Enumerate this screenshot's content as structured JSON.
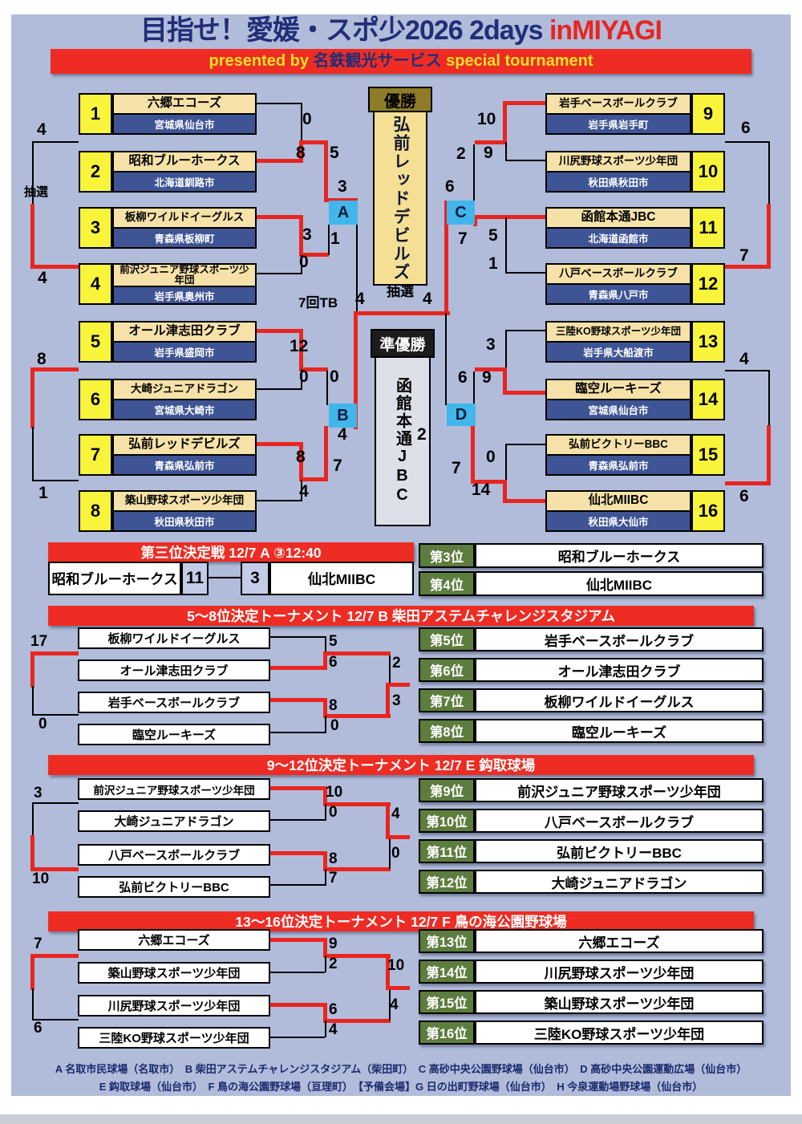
{
  "title": {
    "main": "目指せ！愛媛・スポ少2026 2days ",
    "highlight": "inMIYAGI"
  },
  "banner": {
    "pre": "presented by ",
    "brand": "名鉄観光サービス",
    "post": " special tournament"
  },
  "colors": {
    "accent_red": "#e8251f",
    "panel_blue": "#b1bcda",
    "seed_yellow": "#f8f43c",
    "team_cream": "#f6e2a8",
    "region_navy": "#3f5494",
    "venue_cyan": "#41b6ea",
    "rank_green": "#5d7d3e",
    "band_red": "#ee2c23",
    "title_navy": "#202e78",
    "banner_yellow": "#f5e126"
  },
  "center": {
    "champion_label": "優勝",
    "champion": "弘前レッドデビルズ",
    "runner_up_label": "準優勝",
    "runner_up": "函館本通JBC"
  },
  "venues": [
    "A",
    "B",
    "C",
    "D"
  ],
  "notes": {
    "tiebreak": "7回TB",
    "lottery": "抽選"
  },
  "main_bracket": {
    "left": [
      {
        "seed": "1",
        "name": "六郷エコーズ",
        "region": "宮城県仙台市"
      },
      {
        "seed": "2",
        "name": "昭和ブルーホークス",
        "region": "北海道釧路市"
      },
      {
        "seed": "3",
        "name": "板柳ワイルドイーグルス",
        "region": "青森県板柳町"
      },
      {
        "seed": "4",
        "name": "前沢ジュニア野球スポーツ少年団",
        "region": "岩手県奥州市"
      },
      {
        "seed": "5",
        "name": "オール津志田クラブ",
        "region": "岩手県盛岡市"
      },
      {
        "seed": "6",
        "name": "大崎ジュニアドラゴン",
        "region": "宮城県大崎市"
      },
      {
        "seed": "7",
        "name": "弘前レッドデビルズ",
        "region": "青森県弘前市"
      },
      {
        "seed": "8",
        "name": "築山野球スポーツ少年団",
        "region": "秋田県秋田市"
      }
    ],
    "right": [
      {
        "seed": "9",
        "name": "岩手ベースボールクラブ",
        "region": "岩手県岩手町"
      },
      {
        "seed": "10",
        "name": "川尻野球スポーツ少年団",
        "region": "秋田県秋田市"
      },
      {
        "seed": "11",
        "name": "函館本通JBC",
        "region": "北海道函館市"
      },
      {
        "seed": "12",
        "name": "八戸ベースボールクラブ",
        "region": "青森県八戸市"
      },
      {
        "seed": "13",
        "name": "三陸KO野球スポーツ少年団",
        "region": "岩手県大船渡市"
      },
      {
        "seed": "14",
        "name": "臨空ルーキーズ",
        "region": "宮城県仙台市"
      },
      {
        "seed": "15",
        "name": "弘前ビクトリーBBC",
        "region": "青森県弘前市"
      },
      {
        "seed": "16",
        "name": "仙北MIIBC",
        "region": "秋田県大仙市"
      }
    ],
    "scores": {
      "l1": "0",
      "l2": "8",
      "l2q": "5",
      "l2s": "3",
      "l3": "3",
      "l3q": "1",
      "l4": "0",
      "l5": "12",
      "l5q": "0",
      "l6": "0",
      "l7": "8",
      "l7q": "7",
      "l7s": "4",
      "l7f": "4",
      "l8": "4",
      "r9": "10",
      "r9q": "2",
      "r10": "9",
      "r11": "5",
      "r11q": "7",
      "r11s": "6",
      "r11f": "4",
      "r12": "1",
      "r13": "3",
      "r14": "9",
      "r14q": "6",
      "r15": "0",
      "r16": "14",
      "r16q": "7",
      "r16s": "2",
      "ol_t1": "4",
      "ol_t2": "4",
      "ol_b1": "8",
      "ol_b2": "1",
      "or_t1": "6",
      "or_t2": "7",
      "or_b1": "4",
      "or_b2": "6"
    }
  },
  "third_place": {
    "header": "第三位決定戦 12/7 A ③12:40",
    "left_team": "昭和ブルーホークス",
    "left_score": "11",
    "right_score": "3",
    "right_team": "仙北MIIBC"
  },
  "standings_34": [
    {
      "rank": "第3位",
      "team": "昭和ブルーホークス"
    },
    {
      "rank": "第4位",
      "team": "仙北MIIBC"
    }
  ],
  "sections": [
    {
      "header": "5～8位決定トーナメント 12/7 B 柴田アステムチャレンジスタジアム",
      "teams": [
        "板柳ワイルドイーグルス",
        "オール津志田クラブ",
        "岩手ベースボールクラブ",
        "臨空ルーキーズ"
      ],
      "scores": {
        "t1": "5",
        "t2": "6",
        "t3": "8",
        "t4": "0",
        "f_top": "2",
        "f_bot": "3",
        "o_top": "17",
        "o_bot": "0"
      },
      "standings": [
        {
          "rank": "第5位",
          "team": "岩手ベースボールクラブ"
        },
        {
          "rank": "第6位",
          "team": "オール津志田クラブ"
        },
        {
          "rank": "第7位",
          "team": "板柳ワイルドイーグルス"
        },
        {
          "rank": "第8位",
          "team": "臨空ルーキーズ"
        }
      ]
    },
    {
      "header": "9～12位決定トーナメント 12/7 E 鈎取球場",
      "teams": [
        "前沢ジュニア野球スポーツ少年団",
        "大崎ジュニアドラゴン",
        "八戸ベースボールクラブ",
        "弘前ビクトリーBBC"
      ],
      "scores": {
        "t1": "10",
        "t2": "0",
        "t3": "8",
        "t4": "7",
        "f_top": "4",
        "f_bot": "0",
        "o_top": "3",
        "o_bot": "10"
      },
      "standings": [
        {
          "rank": "第9位",
          "team": "前沢ジュニア野球スポーツ少年団"
        },
        {
          "rank": "第10位",
          "team": "八戸ベースボールクラブ"
        },
        {
          "rank": "第11位",
          "team": "弘前ビクトリーBBC"
        },
        {
          "rank": "第12位",
          "team": "大崎ジュニアドラゴン"
        }
      ]
    },
    {
      "header": "13～16位決定トーナメント 12/7 F 鳥の海公園野球場",
      "teams": [
        "六郷エコーズ",
        "築山野球スポーツ少年団",
        "川尻野球スポーツ少年団",
        "三陸KO野球スポーツ少年団"
      ],
      "scores": {
        "t1": "9",
        "t2": "2",
        "t3": "6",
        "t4": "4",
        "f_top": "10",
        "f_bot": "4",
        "o_top": "7",
        "o_bot": "6"
      },
      "standings": [
        {
          "rank": "第13位",
          "team": "六郷エコーズ"
        },
        {
          "rank": "第14位",
          "team": "川尻野球スポーツ少年団"
        },
        {
          "rank": "第15位",
          "team": "築山野球スポーツ少年団"
        },
        {
          "rank": "第16位",
          "team": "三陸KO野球スポーツ少年団"
        }
      ]
    }
  ],
  "footer": {
    "line1": "A 名取市民球場（名取市）　B 柴田アステムチャレンジスタジアム（柴田町）　C 高砂中央公園野球場（仙台市）　D 高砂中央公園運動広場（仙台市）",
    "line2": "E 鈎取球場（仙台市）　F 鳥の海公園野球場（亘理町）　【予備会場】G 日の出町野球場（仙台市）　H 今泉運動場野球場（仙台市）"
  }
}
